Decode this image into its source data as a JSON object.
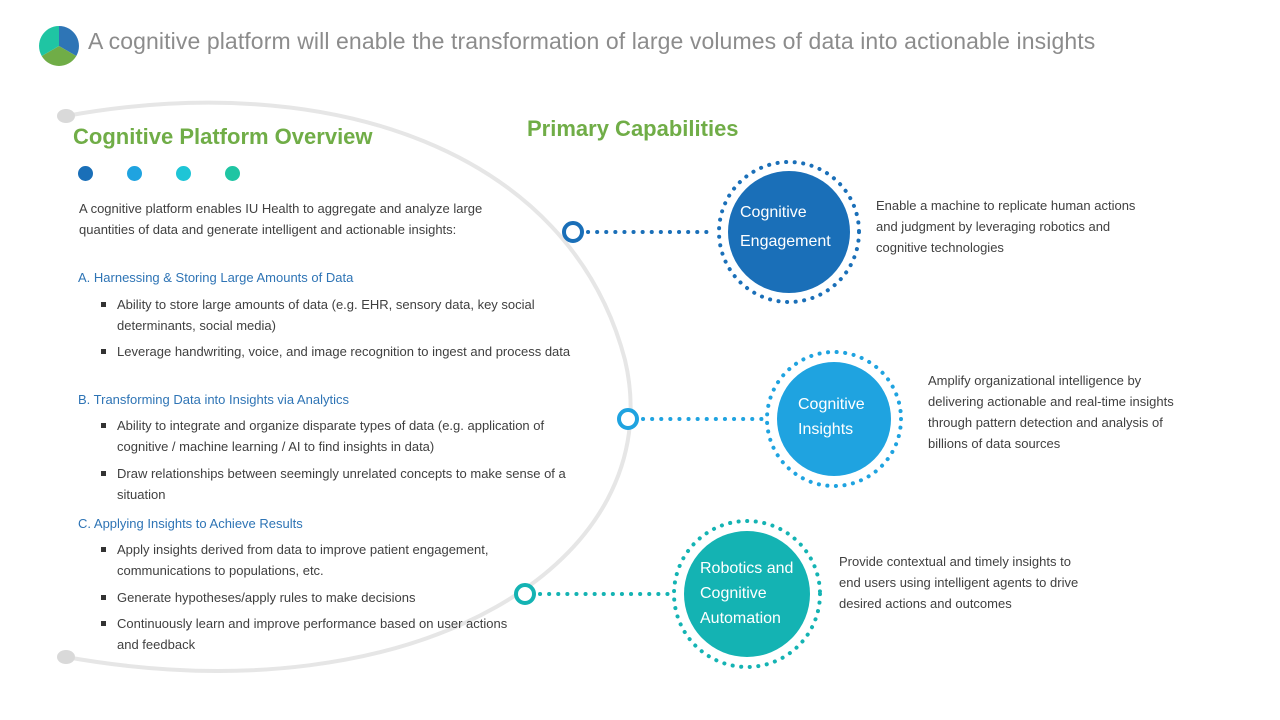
{
  "title": "A cognitive platform will enable the transformation of large volumes of data into actionable insights",
  "logo": {
    "icon": "tri-color-circle-logo",
    "colors": [
      "#2e75b6",
      "#70ad47",
      "#1fc5a3"
    ]
  },
  "overview": {
    "heading": "Cognitive Platform Overview",
    "dot_colors": [
      "#1a6fb8",
      "#1fa3e0",
      "#1ec5d6",
      "#1fc5a3"
    ],
    "intro": "A cognitive platform enables IU Health to aggregate and analyze large quantities of data and generate intelligent and actionable insights:",
    "sections": [
      {
        "heading": "A. Harnessing & Storing Large Amounts of Data",
        "bullets": [
          "Ability to store large amounts of data (e.g. EHR, sensory data, key social determinants, social media)",
          "Leverage handwriting, voice, and image recognition to ingest and process data"
        ]
      },
      {
        "heading": "B. Transforming Data into Insights via Analytics",
        "bullets": [
          "Ability to integrate and organize disparate types of data (e.g. application of cognitive / machine learning / AI to find insights in data)",
          "Draw relationships between seemingly unrelated concepts to make sense of a situation"
        ]
      },
      {
        "heading": "C. Applying Insights to Achieve Results",
        "bullets": [
          "Apply insights derived from data to improve patient engagement, communications to populations, etc.",
          "Generate hypotheses/apply rules to make decisions",
          "Continuously learn and improve performance based on user actions and feedback"
        ]
      }
    ]
  },
  "capabilities": {
    "heading": "Primary Capabilities",
    "items": [
      {
        "label_lines": [
          "Cognitive",
          "Engagement"
        ],
        "description": "Enable a machine to replicate human actions and judgment by leveraging robotics and cognitive technologies",
        "color": "#1a6fb8",
        "ring_color": "#1a6fb8"
      },
      {
        "label_lines": [
          "Cognitive",
          "Insights"
        ],
        "description": "Amplify organizational intelligence by delivering actionable and real-time insights through pattern detection and analysis of billions of data sources",
        "color": "#1fa3e0",
        "ring_color": "#1fa3e0"
      },
      {
        "label_lines": [
          "Robotics and",
          "Cognitive",
          "Automation"
        ],
        "description": "Provide contextual and timely insights to end users using intelligent agents to drive desired actions and outcomes",
        "color": "#14b3b3",
        "ring_color": "#14b3b3"
      }
    ]
  }
}
